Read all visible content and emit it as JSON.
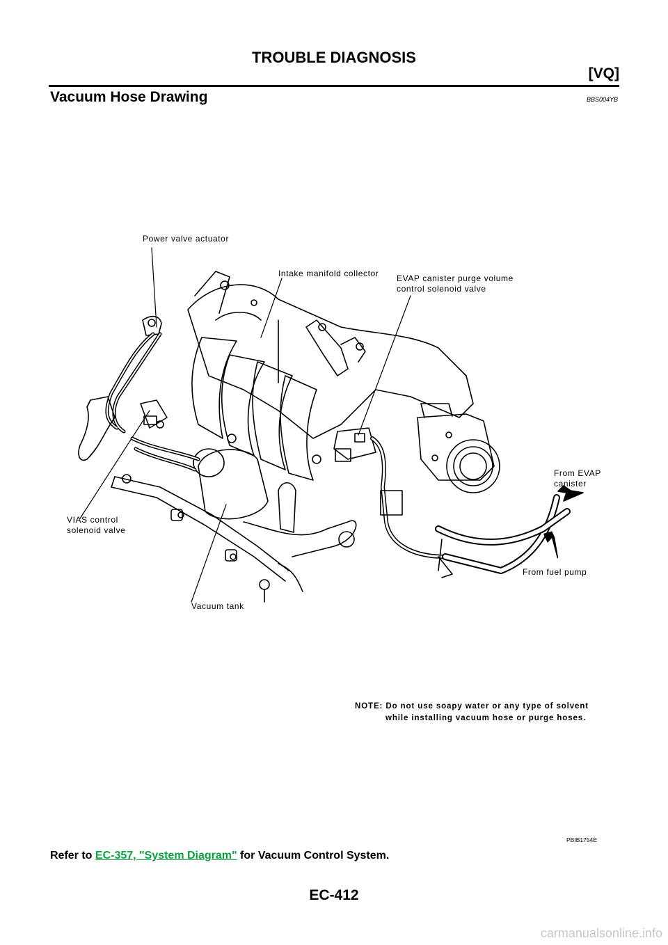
{
  "header": {
    "title": "TROUBLE DIAGNOSIS",
    "tag": "[VQ]"
  },
  "section": {
    "title": "Vacuum Hose Drawing",
    "code": "BBS004YB"
  },
  "figure": {
    "labels": {
      "power_valve_actuator": "Power valve actuator",
      "intake_manifold_collector": "Intake manifold collector",
      "evap_purge_valve": "EVAP canister purge volume\ncontrol solenoid valve",
      "from_evap_canister": "From EVAP\ncanister",
      "vias_solenoid": "VIAS control\nsolenoid valve",
      "from_fuel_pump": "From fuel pump",
      "vacuum_tank": "Vacuum tank"
    },
    "note_line1": "NOTE: Do not use soapy water or any type of solvent",
    "note_line2": "while installing vacuum hose or purge hoses.",
    "code": "PBIB1754E"
  },
  "refer": {
    "prefix": "Refer to ",
    "link": "EC-357, \"System Diagram\"",
    "suffix": "  for Vacuum Control System."
  },
  "page_number": "EC-412",
  "watermark": "carmanualsonline.info"
}
